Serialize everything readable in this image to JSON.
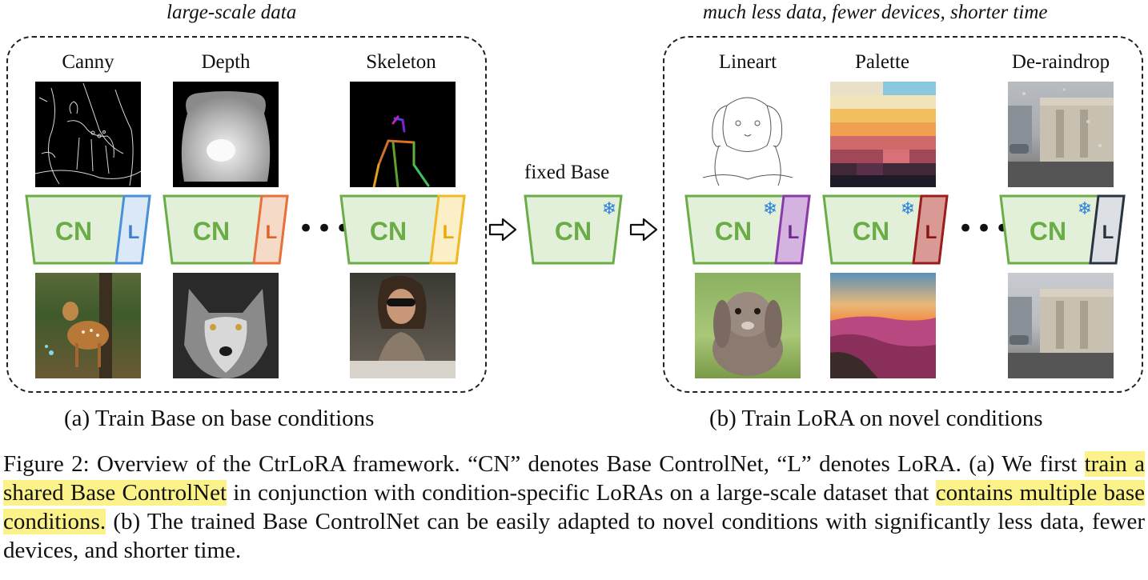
{
  "panel_a": {
    "top_label": "large-scale data",
    "caption": "(a) Train Base on base conditions",
    "conditions": [
      {
        "label": "Canny",
        "lora_color": "#4a90d9",
        "lora_fill": "#dbe8f7",
        "lora_text_color": "#3b7fd0"
      },
      {
        "label": "Depth",
        "lora_color": "#e8703a",
        "lora_fill": "#f6dac8",
        "lora_text_color": "#e0622b"
      },
      {
        "label": "Skeleton",
        "lora_color": "#f3b822",
        "lora_fill": "#fbefc8",
        "lora_text_color": "#e8a80e"
      }
    ]
  },
  "middle": {
    "label": "fixed Base"
  },
  "panel_b": {
    "top_label": "much less data, fewer devices, shorter time",
    "caption": "(b) Train LoRA on novel conditions",
    "conditions": [
      {
        "label": "Lineart",
        "lora_color": "#8a3aa8",
        "lora_fill": "#d4b3e0",
        "lora_text_color": "#6e2a8c"
      },
      {
        "label": "Palette",
        "lora_color": "#9b1c1c",
        "lora_fill": "#d99a96",
        "lora_text_color": "#8b1414"
      },
      {
        "label": "De-raindrop",
        "lora_color": "#2b3340",
        "lora_fill": "#dcdfe4",
        "lora_text_color": "#2b3340"
      }
    ]
  },
  "block": {
    "cn_text": "CN",
    "lora_text": "L",
    "ellipsis": "•••",
    "cn_color": "#6aac46",
    "cn_fill": "#e3f0d9",
    "snowflake": "❄",
    "snowflake_color": "#2a7fd8"
  },
  "figure_caption": {
    "part1": "Figure 2: Overview of the CtrLoRA framework. “CN” denotes Base ControlNet, “L” denotes LoRA. (a) We first ",
    "highlight1": "train a shared Base ControlNet",
    "part2": " in conjunction with condition-specific LoRAs on a large-scale dataset that ",
    "highlight2": "contains multiple base conditions.",
    "part3": " (b) The trained Base ControlNet can be easily adapted to novel conditions with significantly less data, fewer devices, and shorter time.",
    "highlight_color": "#fbf38a"
  }
}
